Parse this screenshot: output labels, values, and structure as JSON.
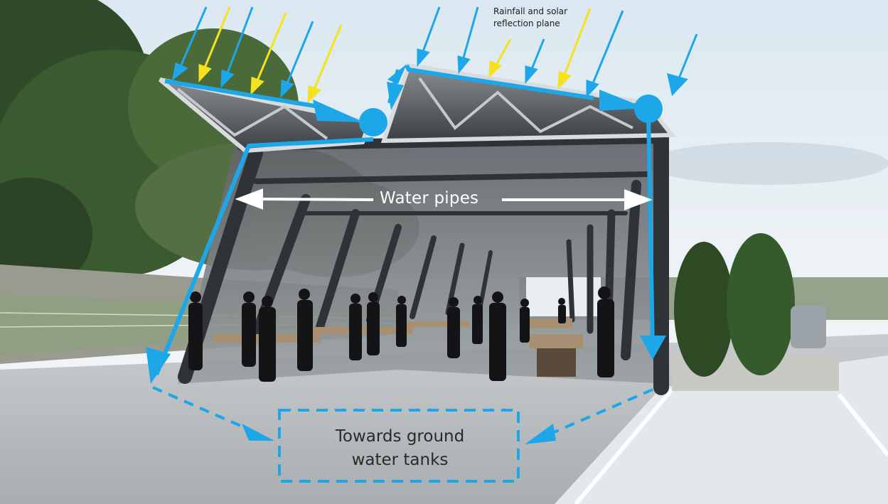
{
  "labels": {
    "rainfall_line1": "Rainfall and solar",
    "rainfall_line2": "reflection plane",
    "water_pipes": "Water pipes",
    "tanks_line1": "Towards ground",
    "tanks_line2": "water tanks"
  },
  "colors": {
    "water_flow": "#1ea7e8",
    "solar_rays": "#f5e21c",
    "pipe_span_arrow": "#ffffff",
    "structure": "#2f3237"
  }
}
